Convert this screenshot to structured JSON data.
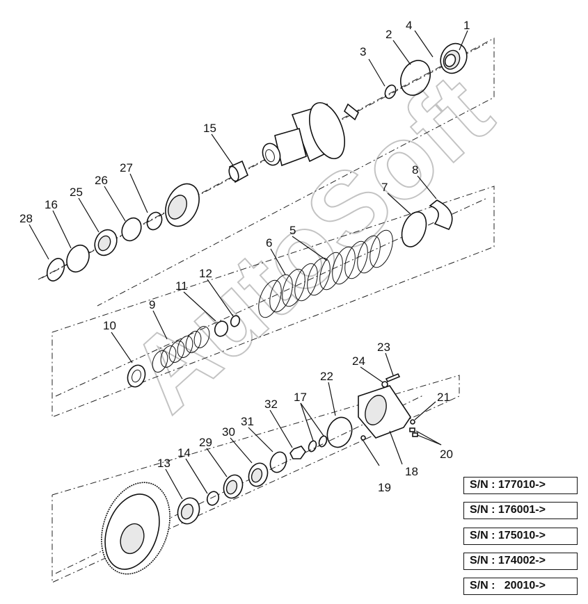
{
  "watermark": "AutoSoft",
  "callouts": [
    "1",
    "2",
    "3",
    "4",
    "5",
    "6",
    "7",
    "8",
    "9",
    "10",
    "11",
    "12",
    "13",
    "14",
    "15",
    "16",
    "17",
    "18",
    "19",
    "20",
    "21",
    "22",
    "23",
    "24",
    "25",
    "26",
    "27",
    "28",
    "29",
    "30",
    "31",
    "32"
  ],
  "serial_numbers": [
    "S/N : 177010->",
    "S/N : 176001->",
    "S/N : 175010->",
    "S/N : 174002->",
    "S/N :   20010->"
  ]
}
